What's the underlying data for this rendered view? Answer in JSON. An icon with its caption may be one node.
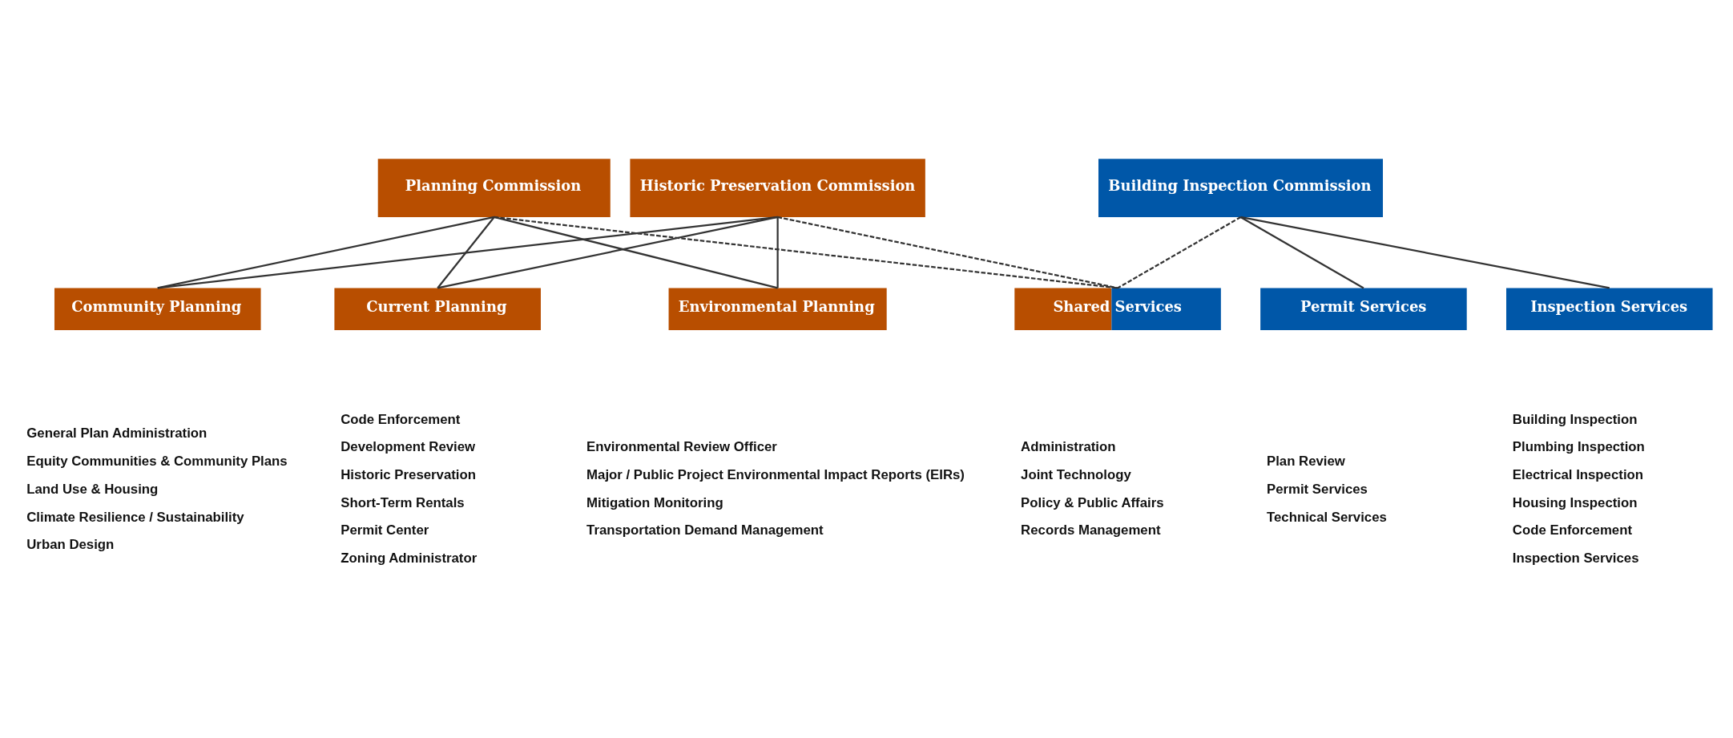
{
  "diagram": {
    "nodes": [
      {
        "text": [
          "Planning Commission"
        ]
      },
      {
        "text": [
          "Historic Preservation Commission"
        ]
      },
      {
        "text": [
          "Building Inspection Commission"
        ]
      },
      {
        "text": [
          "Community Planning"
        ],
        "beside": [
          "General Plan Administration",
          "Equity Communities & Community Plans",
          "Land Use & Housing",
          "Climate Resilience / Sustainability",
          "Urban Design"
        ]
      },
      {
        "text": [
          "Current Planning"
        ],
        "beside": [
          "Code Enforcement",
          "Development Review",
          "Historic Preservation",
          "Short-Term Rentals",
          "Permit Center",
          "Zoning Administrator"
        ]
      },
      {
        "text": [
          "Environmental Planning"
        ],
        "beside": [
          "Environmental Review Officer",
          "Major / Public Project Environmental Impact Reports (EIRs)",
          "Mitigation Monitoring",
          "Transportation Demand Management"
        ]
      },
      {
        "text": [
          "Shared Services"
        ],
        "beside": [
          "Administration",
          "Joint Technology",
          "Policy & Public Affairs",
          "Records Management"
        ]
      },
      {
        "text": [
          "Permit Services"
        ],
        "beside": [
          "Plan Review",
          "Permit Services",
          "Technical Services"
        ]
      },
      {
        "text": [
          "Inspection Services"
        ],
        "beside": [
          "Building Inspection",
          "Plumbing Inspection",
          "Electrical Inspection",
          "Housing Inspection",
          "Code Enforcement",
          "Inspection Services"
        ]
      }
    ],
    "edges": [
      {
        "from": 0,
        "to": 3,
        "arrow": "none"
      },
      {
        "from": 0,
        "to": 4,
        "arrow": "none"
      },
      {
        "from": 0,
        "to": 5,
        "arrow": "none"
      },
      {
        "from": 1,
        "to": 3,
        "arrow": "none"
      },
      {
        "from": 1,
        "to": 4,
        "arrow": "none"
      },
      {
        "from": 1,
        "to": 5,
        "arrow": "none"
      },
      {
        "from": 0,
        "to": 6,
        "arrow": "none",
        "style": "dashed"
      },
      {
        "from": 1,
        "to": 6,
        "arrow": "none",
        "style": "dashed"
      },
      {
        "from": 2,
        "to": 6,
        "arrow": "none",
        "style": "dashed"
      },
      {
        "from": 2,
        "to": 7,
        "arrow": "none"
      },
      {
        "from": 2,
        "to": 8,
        "arrow": "none"
      }
    ]
  }
}
